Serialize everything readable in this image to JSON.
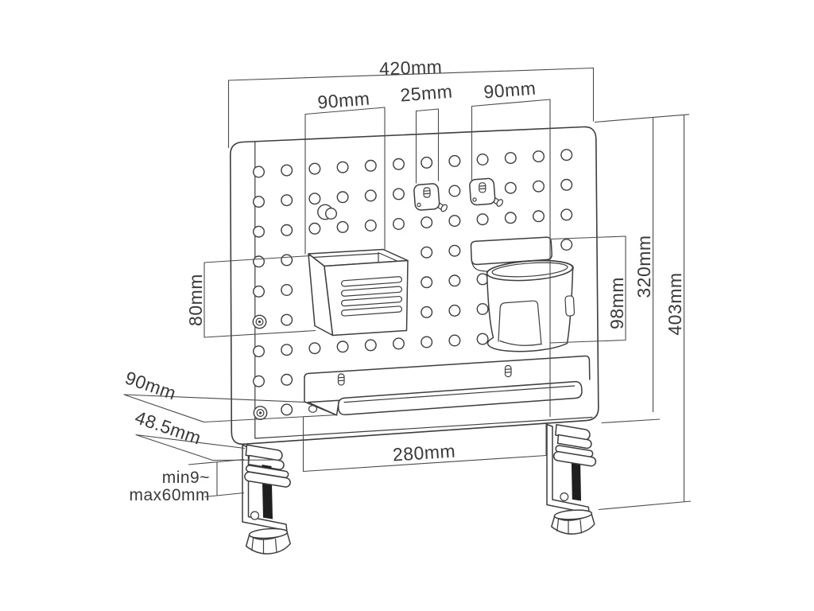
{
  "dimensions": {
    "total_width": "420mm",
    "basket_width": "90mm",
    "hook_width": "25mm",
    "hook_spacing": "90mm",
    "basket_height": "80mm",
    "shelf_depth": "90mm",
    "clamp_depth": "48.5mm",
    "clamp_range": {
      "line1": "min9~",
      "line2": "max60mm"
    },
    "clamp_spacing": "280mm",
    "cup_holder_height": "98mm",
    "panel_height": "320mm",
    "total_height": "403mm"
  },
  "colors": {
    "line": "#3d3d3d",
    "dim": "#4a4a4a",
    "text": "#3a3a3a",
    "rod": "#1f1f1f",
    "bg": "#ffffff"
  },
  "pegboard": {
    "cols": 12,
    "rows": 9,
    "col_start": 325.5,
    "col_pitch": 35.2,
    "row_start": 216,
    "row_pitch": 37.6,
    "row_slope": -0.055,
    "hole_radius": 6.8,
    "exclusions": [
      [
        378,
        303,
        520,
        428
      ],
      [
        585,
        287,
        705,
        344
      ],
      [
        610,
        326,
        726,
        452
      ],
      [
        514,
        222,
        562,
        270
      ],
      [
        584,
        216,
        632,
        264
      ],
      [
        374,
        440,
        752,
        530
      ],
      [
        316,
        396,
        336,
        412
      ],
      [
        316,
        508,
        336,
        526
      ]
    ]
  }
}
